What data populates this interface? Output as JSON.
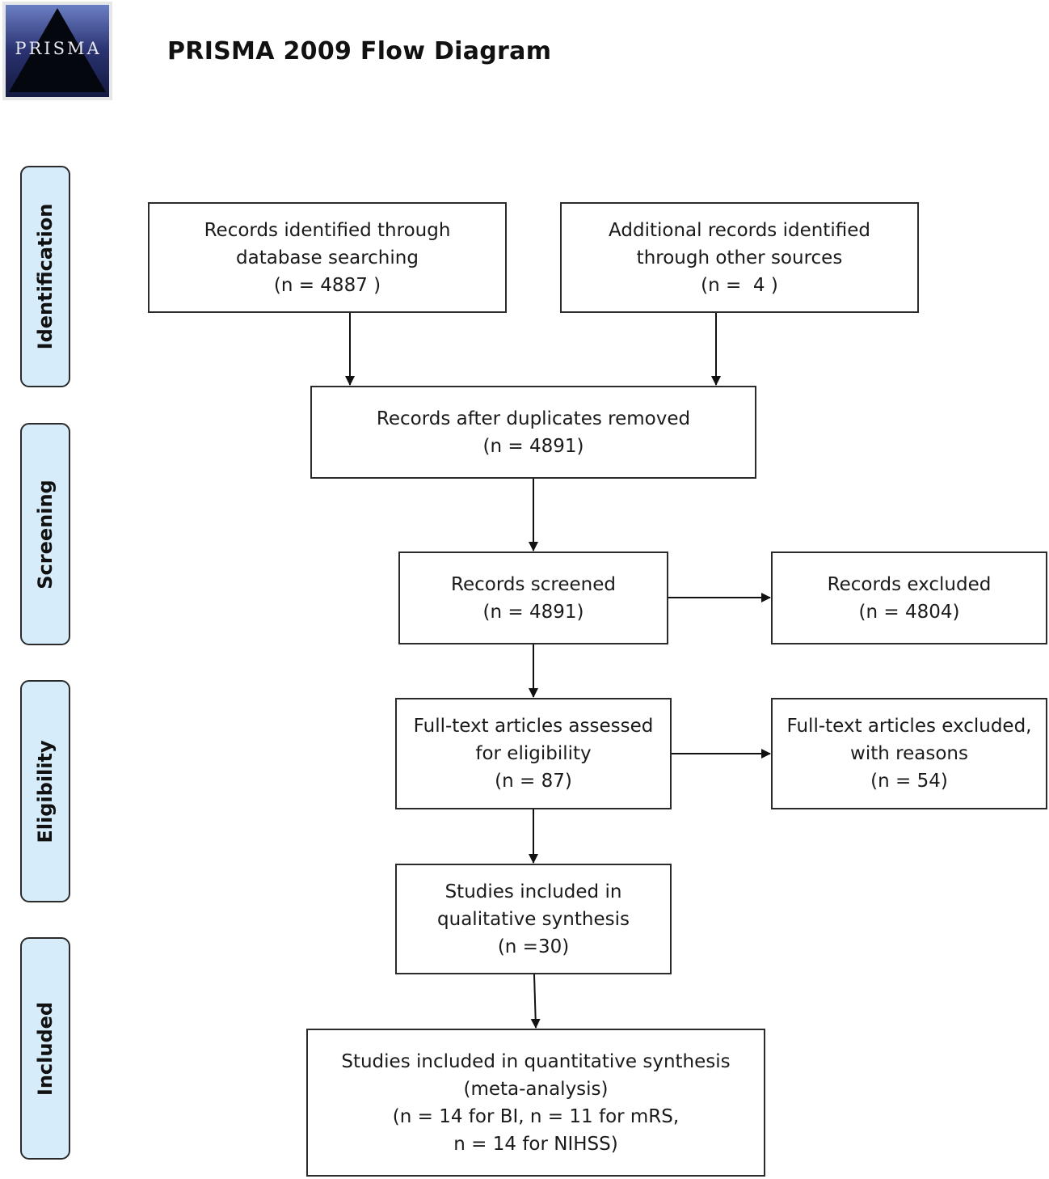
{
  "logo": {
    "text": "PRISMA"
  },
  "title": "PRISMA 2009 Flow Diagram",
  "stages": {
    "identification": "Identification",
    "screening": "Screening",
    "eligibility": "Eligibility",
    "included": "Included"
  },
  "boxes": {
    "database": [
      "Records identified through",
      "database searching",
      "(n = 4887 )"
    ],
    "other_sources": [
      "Additional records identified",
      "through other sources",
      "(n =  4 )"
    ],
    "duplicates_removed": [
      "Records after duplicates removed",
      "(n = 4891)"
    ],
    "screened": [
      "Records screened",
      "(n = 4891)"
    ],
    "excluded": [
      "Records excluded",
      "(n = 4804)"
    ],
    "fulltext_assessed": [
      "Full-text articles assessed",
      "for eligibility",
      "(n = 87)"
    ],
    "fulltext_excluded": [
      "Full-text articles excluded,",
      "with reasons",
      "(n = 54)"
    ],
    "qualitative": [
      "Studies included in",
      "qualitative synthesis",
      "(n =30)"
    ],
    "quantitative": [
      "Studies included in quantitative synthesis",
      "(meta-analysis)",
      "(n = 14 for BI, n = 11 for mRS,",
      "n = 14 for NIHSS)"
    ]
  }
}
